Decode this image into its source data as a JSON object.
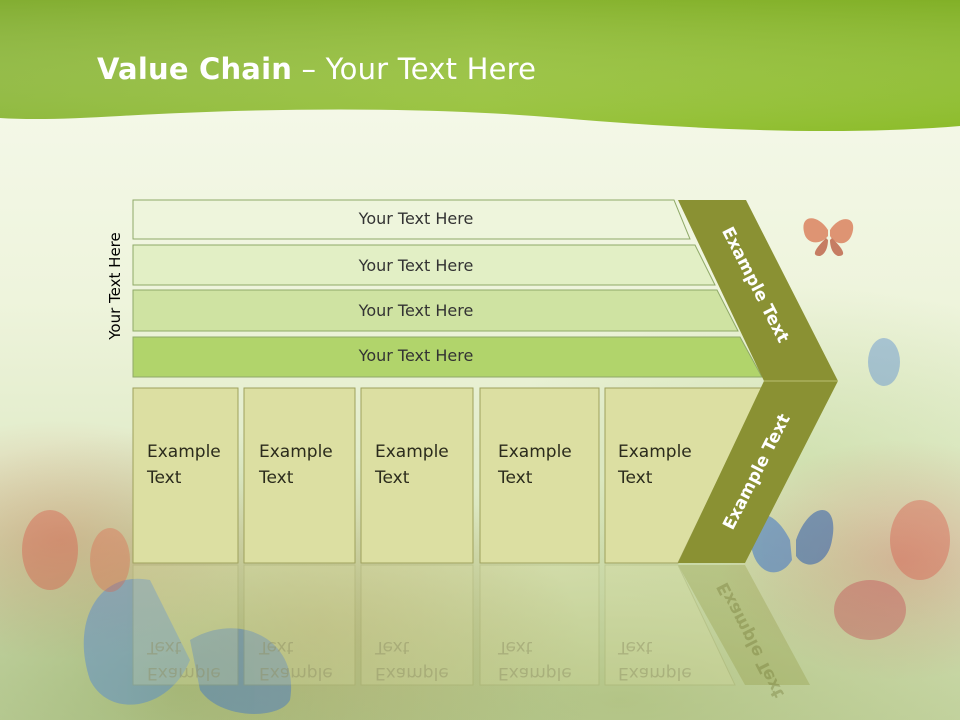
{
  "title": {
    "bold": "Value Chain",
    "rest": " – Your Text Here"
  },
  "side_label": "Your Text Here",
  "bars": [
    {
      "label": "Your Text Here",
      "color": "#eef5dc"
    },
    {
      "label": "Your Text Here",
      "color": "#e2efc5"
    },
    {
      "label": "Your Text Here",
      "color": "#cfe3a2"
    },
    {
      "label": "Your Text Here",
      "color": "#b1d46b"
    }
  ],
  "boxes": [
    {
      "line1": "Example",
      "line2": "Text"
    },
    {
      "line1": "Example",
      "line2": "Text"
    },
    {
      "line1": "Example",
      "line2": "Text"
    },
    {
      "line1": "Example",
      "line2": "Text"
    },
    {
      "line1": "Example",
      "line2": "Text"
    }
  ],
  "chevron": {
    "upper_label": "Example Text",
    "lower_label": "Example Text",
    "color": "#8a9133"
  },
  "colors": {
    "header_green": "#8fbd2f",
    "box_fill": "#dcdfa2",
    "box_stroke": "#9ea05c"
  }
}
